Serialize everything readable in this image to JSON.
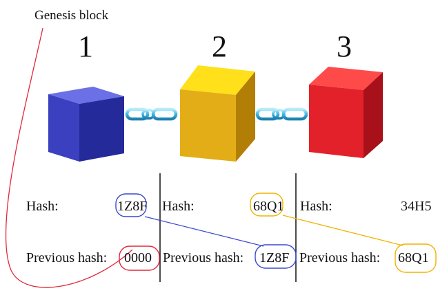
{
  "genesis_label": "Genesis block",
  "blocks": [
    {
      "number": "1",
      "color": "#3d43c0",
      "hash": "1Z8F",
      "previous_hash": "0000"
    },
    {
      "number": "2",
      "color": "#e0ad18",
      "hash": "68Q1",
      "previous_hash": "1Z8F"
    },
    {
      "number": "3",
      "color": "#e0222c",
      "hash": "34H5",
      "previous_hash": "68Q1"
    }
  ],
  "labels": {
    "hash": "Hash:",
    "previous_hash": "Previous hash:"
  },
  "colors": {
    "genesis_link": "#e0283c",
    "link_blue": "#3a47d0",
    "link_yellow": "#f0b400",
    "chain": "#38b6e0"
  }
}
